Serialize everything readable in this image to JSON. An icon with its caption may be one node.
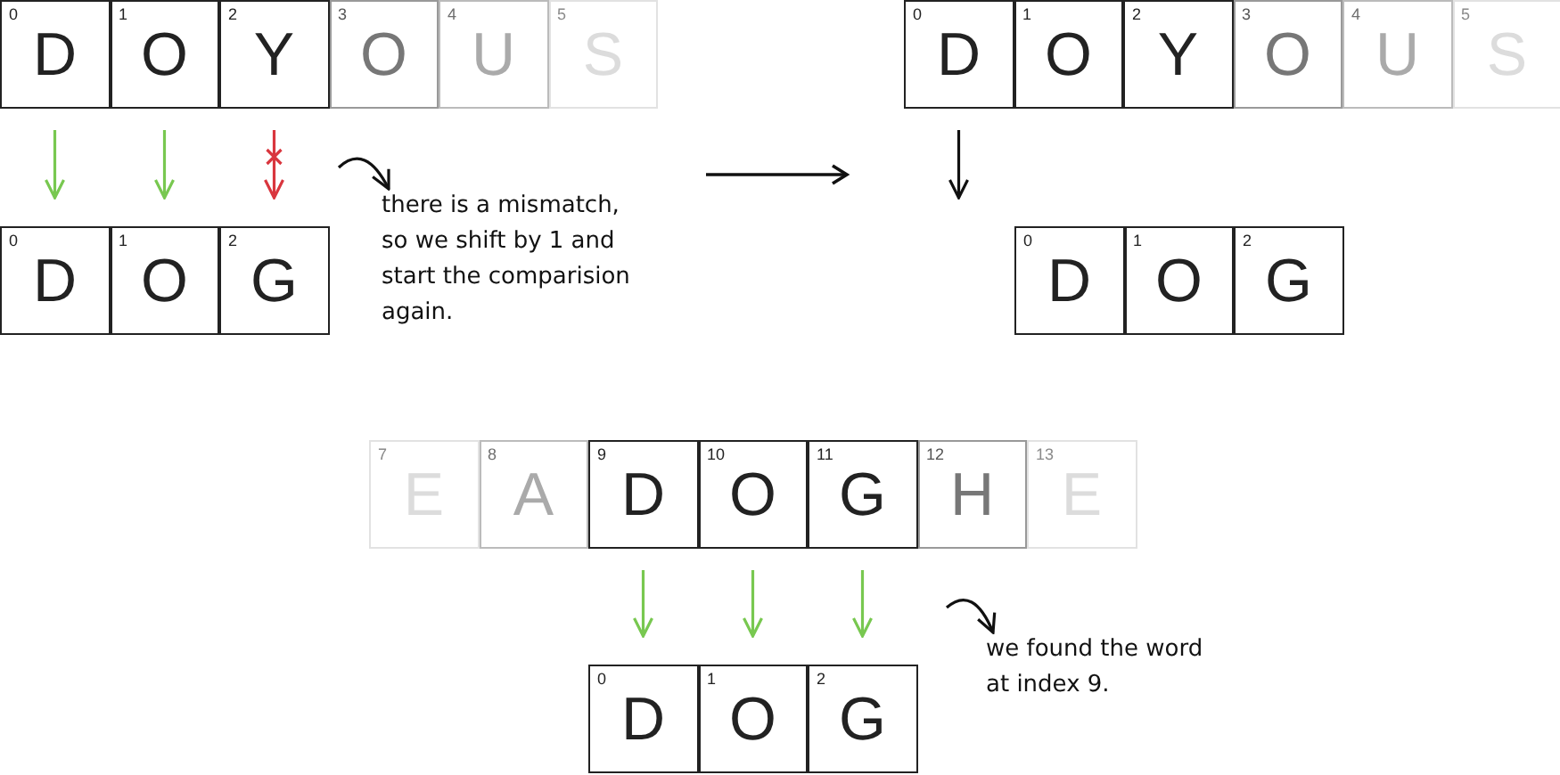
{
  "diagram": {
    "nodes": [
      {
        "text": [
          "0",
          "D"
        ]
      },
      {
        "text": [
          "1",
          "O"
        ]
      },
      {
        "text": [
          "2",
          "Y"
        ]
      },
      {
        "text": [
          "3",
          "O"
        ]
      },
      {
        "text": [
          "4",
          "U"
        ]
      },
      {
        "text": [
          "5",
          "S"
        ]
      },
      {
        "text": [
          "0",
          "D"
        ]
      },
      {
        "text": [
          "1",
          "O"
        ]
      },
      {
        "text": [
          "2",
          "G"
        ]
      },
      {
        "text": [
          "there is a mismatch, so we shift by 1 and start the comparision again."
        ]
      },
      {
        "text": [
          "0",
          "D"
        ]
      },
      {
        "text": [
          "1",
          "O"
        ]
      },
      {
        "text": [
          "2",
          "Y"
        ]
      },
      {
        "text": [
          "3",
          "O"
        ]
      },
      {
        "text": [
          "4",
          "U"
        ]
      },
      {
        "text": [
          "5",
          "S"
        ]
      },
      {
        "text": [
          "0",
          "D"
        ]
      },
      {
        "text": [
          "1",
          "O"
        ]
      },
      {
        "text": [
          "2",
          "G"
        ]
      },
      {
        "text": [
          "7",
          "E"
        ]
      },
      {
        "text": [
          "8",
          "A"
        ]
      },
      {
        "text": [
          "9",
          "D"
        ]
      },
      {
        "text": [
          "10",
          "O"
        ]
      },
      {
        "text": [
          "11",
          "G"
        ]
      },
      {
        "text": [
          "12",
          "H"
        ]
      },
      {
        "text": [
          "13",
          "E"
        ]
      },
      {
        "text": [
          "0",
          "D"
        ]
      },
      {
        "text": [
          "1",
          "O"
        ]
      },
      {
        "text": [
          "2",
          "G"
        ]
      },
      {
        "text": [
          "we found the word at index 9."
        ]
      }
    ],
    "edges": [
      {
        "from": 0,
        "to": 6,
        "arrow": "to"
      },
      {
        "from": 1,
        "to": 7,
        "arrow": "to"
      },
      {
        "from": 2,
        "to": 8,
        "arrow": "to",
        "color": "#d9363e"
      },
      {
        "from": null,
        "to": 9,
        "arrow": "to",
        "color": "#111111"
      },
      {
        "from": 10,
        "to": 16,
        "arrow": "to",
        "color": "#111111"
      },
      {
        "from": 21,
        "to": 26,
        "arrow": "to"
      },
      {
        "from": 22,
        "to": 27,
        "arrow": "to"
      },
      {
        "from": 23,
        "to": 28,
        "arrow": "to"
      },
      {
        "from": null,
        "to": 29,
        "arrow": "to",
        "color": "#111111"
      }
    ]
  }
}
